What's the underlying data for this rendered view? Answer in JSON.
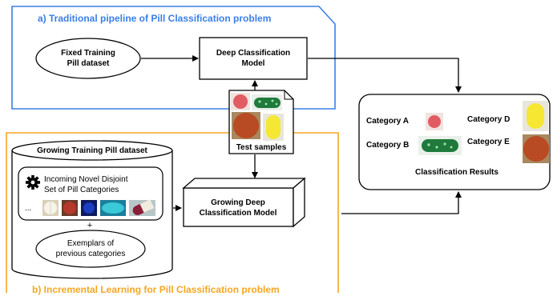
{
  "panel_a": {
    "title": "a) Traditional pipeline of Pill Classification problem",
    "accent_color": "#3b7fe6"
  },
  "panel_b": {
    "title": "b) Incremental Learning for Pill Classification problem",
    "accent_color": "#f5a623"
  },
  "fixed_dataset": {
    "line1": "Fixed Training",
    "line2": "Pill dataset"
  },
  "deep_model": {
    "line1": "Deep Classification",
    "line2": "Model"
  },
  "test_samples": {
    "label": "Test samples"
  },
  "growing_dataset": {
    "title": "Growing Training Pill dataset"
  },
  "incoming": {
    "line1": "Incoming Novel Disjoint",
    "line2": "Set of Pill Categories",
    "ellipsis": "..."
  },
  "plus": "+",
  "exemplars": {
    "line1": "Exemplars of",
    "line2": "previous categories"
  },
  "growing_model": {
    "line1": "Growing Deep",
    "line2": "Classification Model"
  },
  "results": {
    "title": "Classification Results",
    "category_a": "Category A",
    "category_b": "Category B",
    "category_d": "Category D",
    "category_e": "Category E"
  },
  "icons": [
    "gear-icon",
    "pill-thumbnail"
  ]
}
